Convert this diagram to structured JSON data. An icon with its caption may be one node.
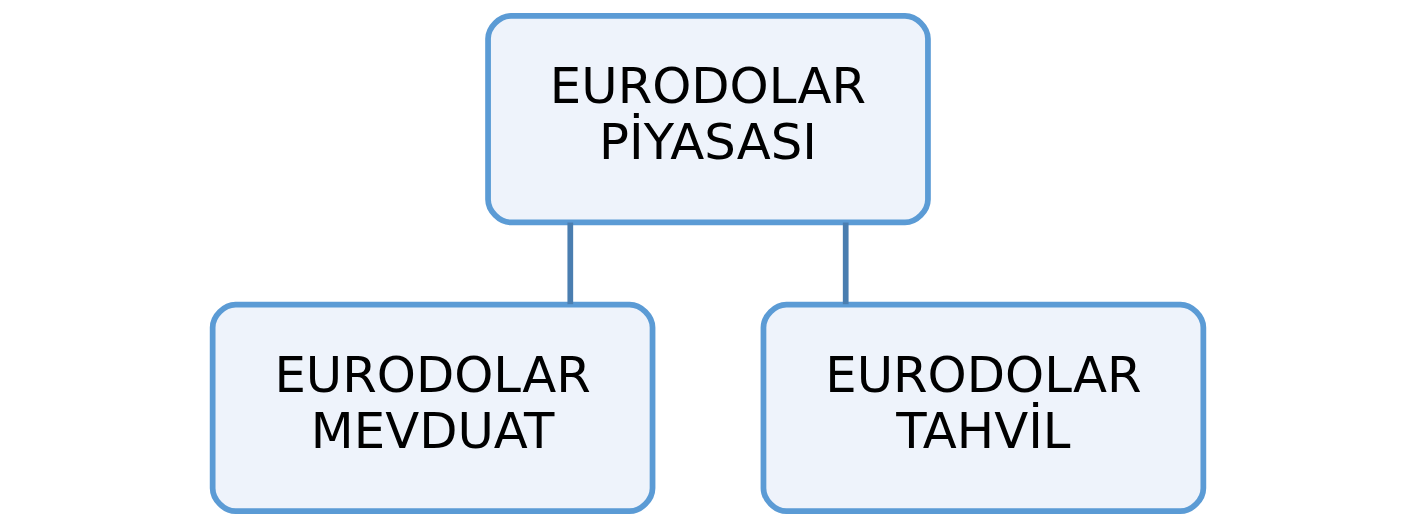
{
  "diagram": {
    "nodes": [
      {
        "text": [
          "EURODOLAR PİYASASI"
        ]
      },
      {
        "text": [
          "EURODOLAR MEVDUAT"
        ]
      },
      {
        "text": [
          "EURODOLAR TAHVİL"
        ]
      }
    ],
    "edges": [
      {
        "from": 0,
        "to": 1,
        "arrow": "none"
      },
      {
        "from": 0,
        "to": 2,
        "arrow": "none"
      }
    ]
  }
}
